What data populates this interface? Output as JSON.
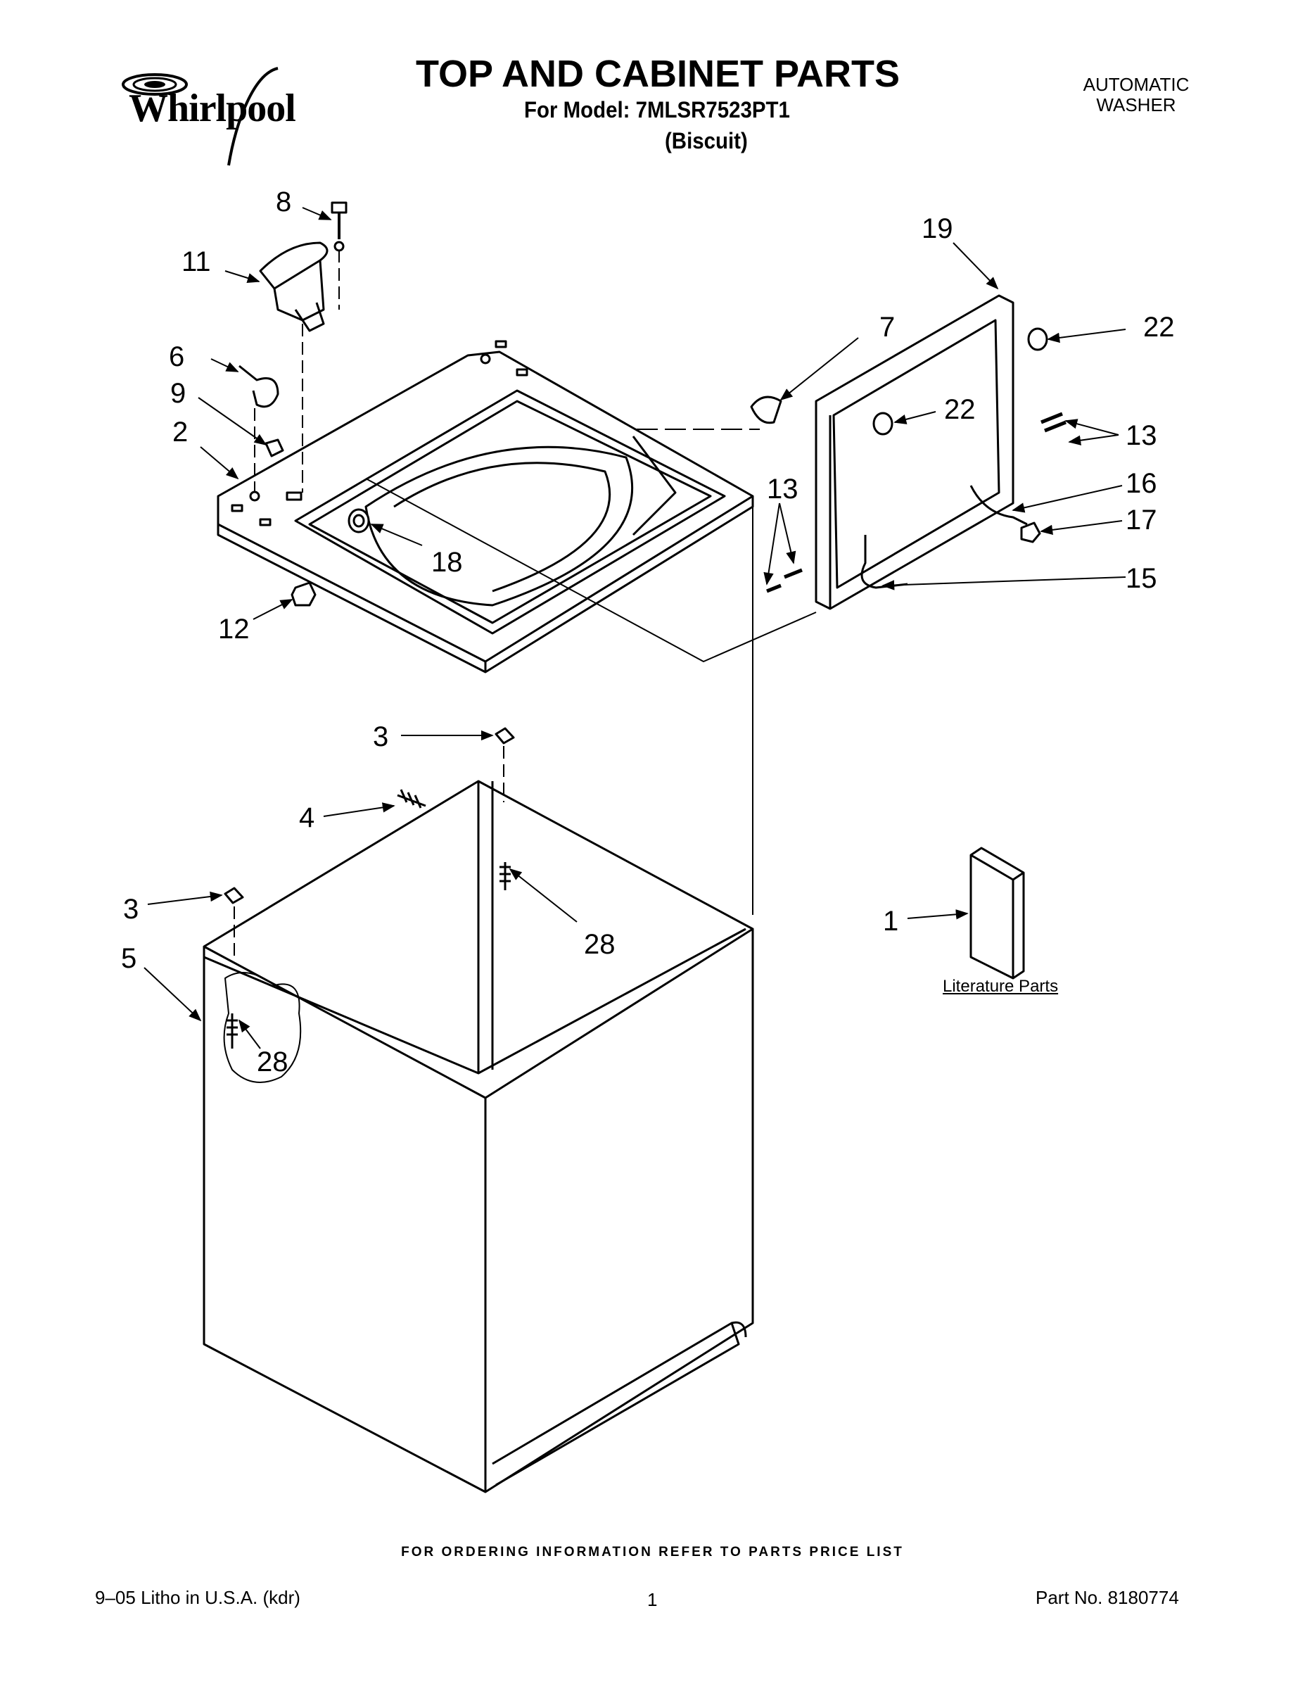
{
  "header": {
    "brand": "Whirlpool",
    "title": "TOP AND CABINET PARTS",
    "model_line": "For Model: 7MLSR7523PT1",
    "variant": "(Biscuit)",
    "appliance_type_line1": "AUTOMATIC",
    "appliance_type_line2": "WASHER"
  },
  "callouts": [
    {
      "id": "c8",
      "label": "8"
    },
    {
      "id": "c11",
      "label": "11"
    },
    {
      "id": "c6",
      "label": "6"
    },
    {
      "id": "c9",
      "label": "9"
    },
    {
      "id": "c2",
      "label": "2"
    },
    {
      "id": "c18",
      "label": "18"
    },
    {
      "id": "c12",
      "label": "12"
    },
    {
      "id": "c7",
      "label": "7"
    },
    {
      "id": "c19",
      "label": "19"
    },
    {
      "id": "c22a",
      "label": "22"
    },
    {
      "id": "c22b",
      "label": "22"
    },
    {
      "id": "c13a",
      "label": "13"
    },
    {
      "id": "c13b",
      "label": "13"
    },
    {
      "id": "c16",
      "label": "16"
    },
    {
      "id": "c17",
      "label": "17"
    },
    {
      "id": "c15",
      "label": "15"
    },
    {
      "id": "c3a",
      "label": "3"
    },
    {
      "id": "c4",
      "label": "4"
    },
    {
      "id": "c28a",
      "label": "28"
    },
    {
      "id": "c3b",
      "label": "3"
    },
    {
      "id": "c5",
      "label": "5"
    },
    {
      "id": "c28b",
      "label": "28"
    },
    {
      "id": "c1",
      "label": "1"
    }
  ],
  "literature_label": "Literature Parts",
  "footer": {
    "ordering_note": "FOR ORDERING INFORMATION REFER TO PARTS PRICE LIST",
    "litho": "9–05 Litho in U.S.A. (kdr)",
    "page": "1",
    "part_no": "Part No. 8180774"
  }
}
